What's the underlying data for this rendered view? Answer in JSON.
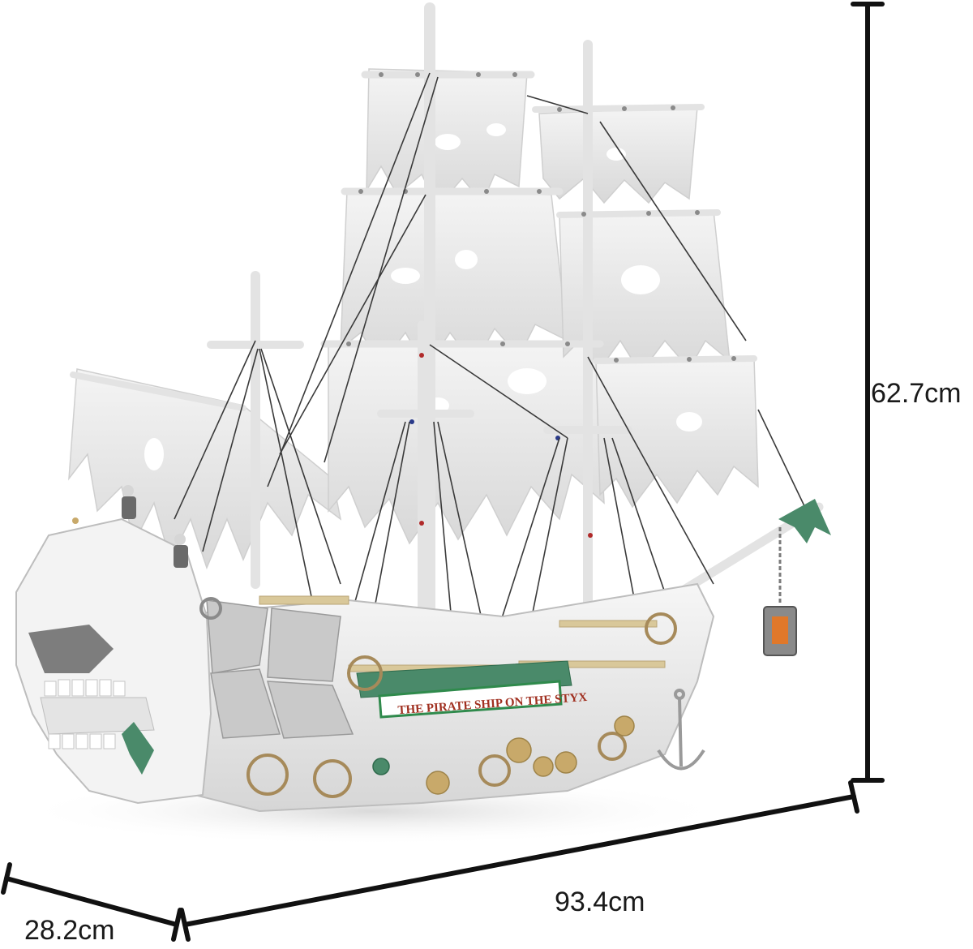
{
  "dimensions": {
    "height": "62.7cm",
    "length": "93.4cm",
    "depth": "28.2cm"
  },
  "nameplate": {
    "text": "THE PIRATE SHIP ON THE STYX"
  },
  "colors": {
    "background": "#ffffff",
    "dimension_line": "#111111",
    "hull_white": "#f1f1f1",
    "sail_white": "#ebebeb",
    "hull_grey": "#c9c9c9",
    "tan_trim": "#d9c89a",
    "gold_gear": "#c8a96a",
    "wheel_brown": "#a68a5a",
    "seaweed_green": "#4a8a6a",
    "nameplate_green": "#2f8a4c",
    "nameplate_text": "#a03020",
    "rigging": "#3a3a3a",
    "lantern_glow": "#e0782a"
  }
}
